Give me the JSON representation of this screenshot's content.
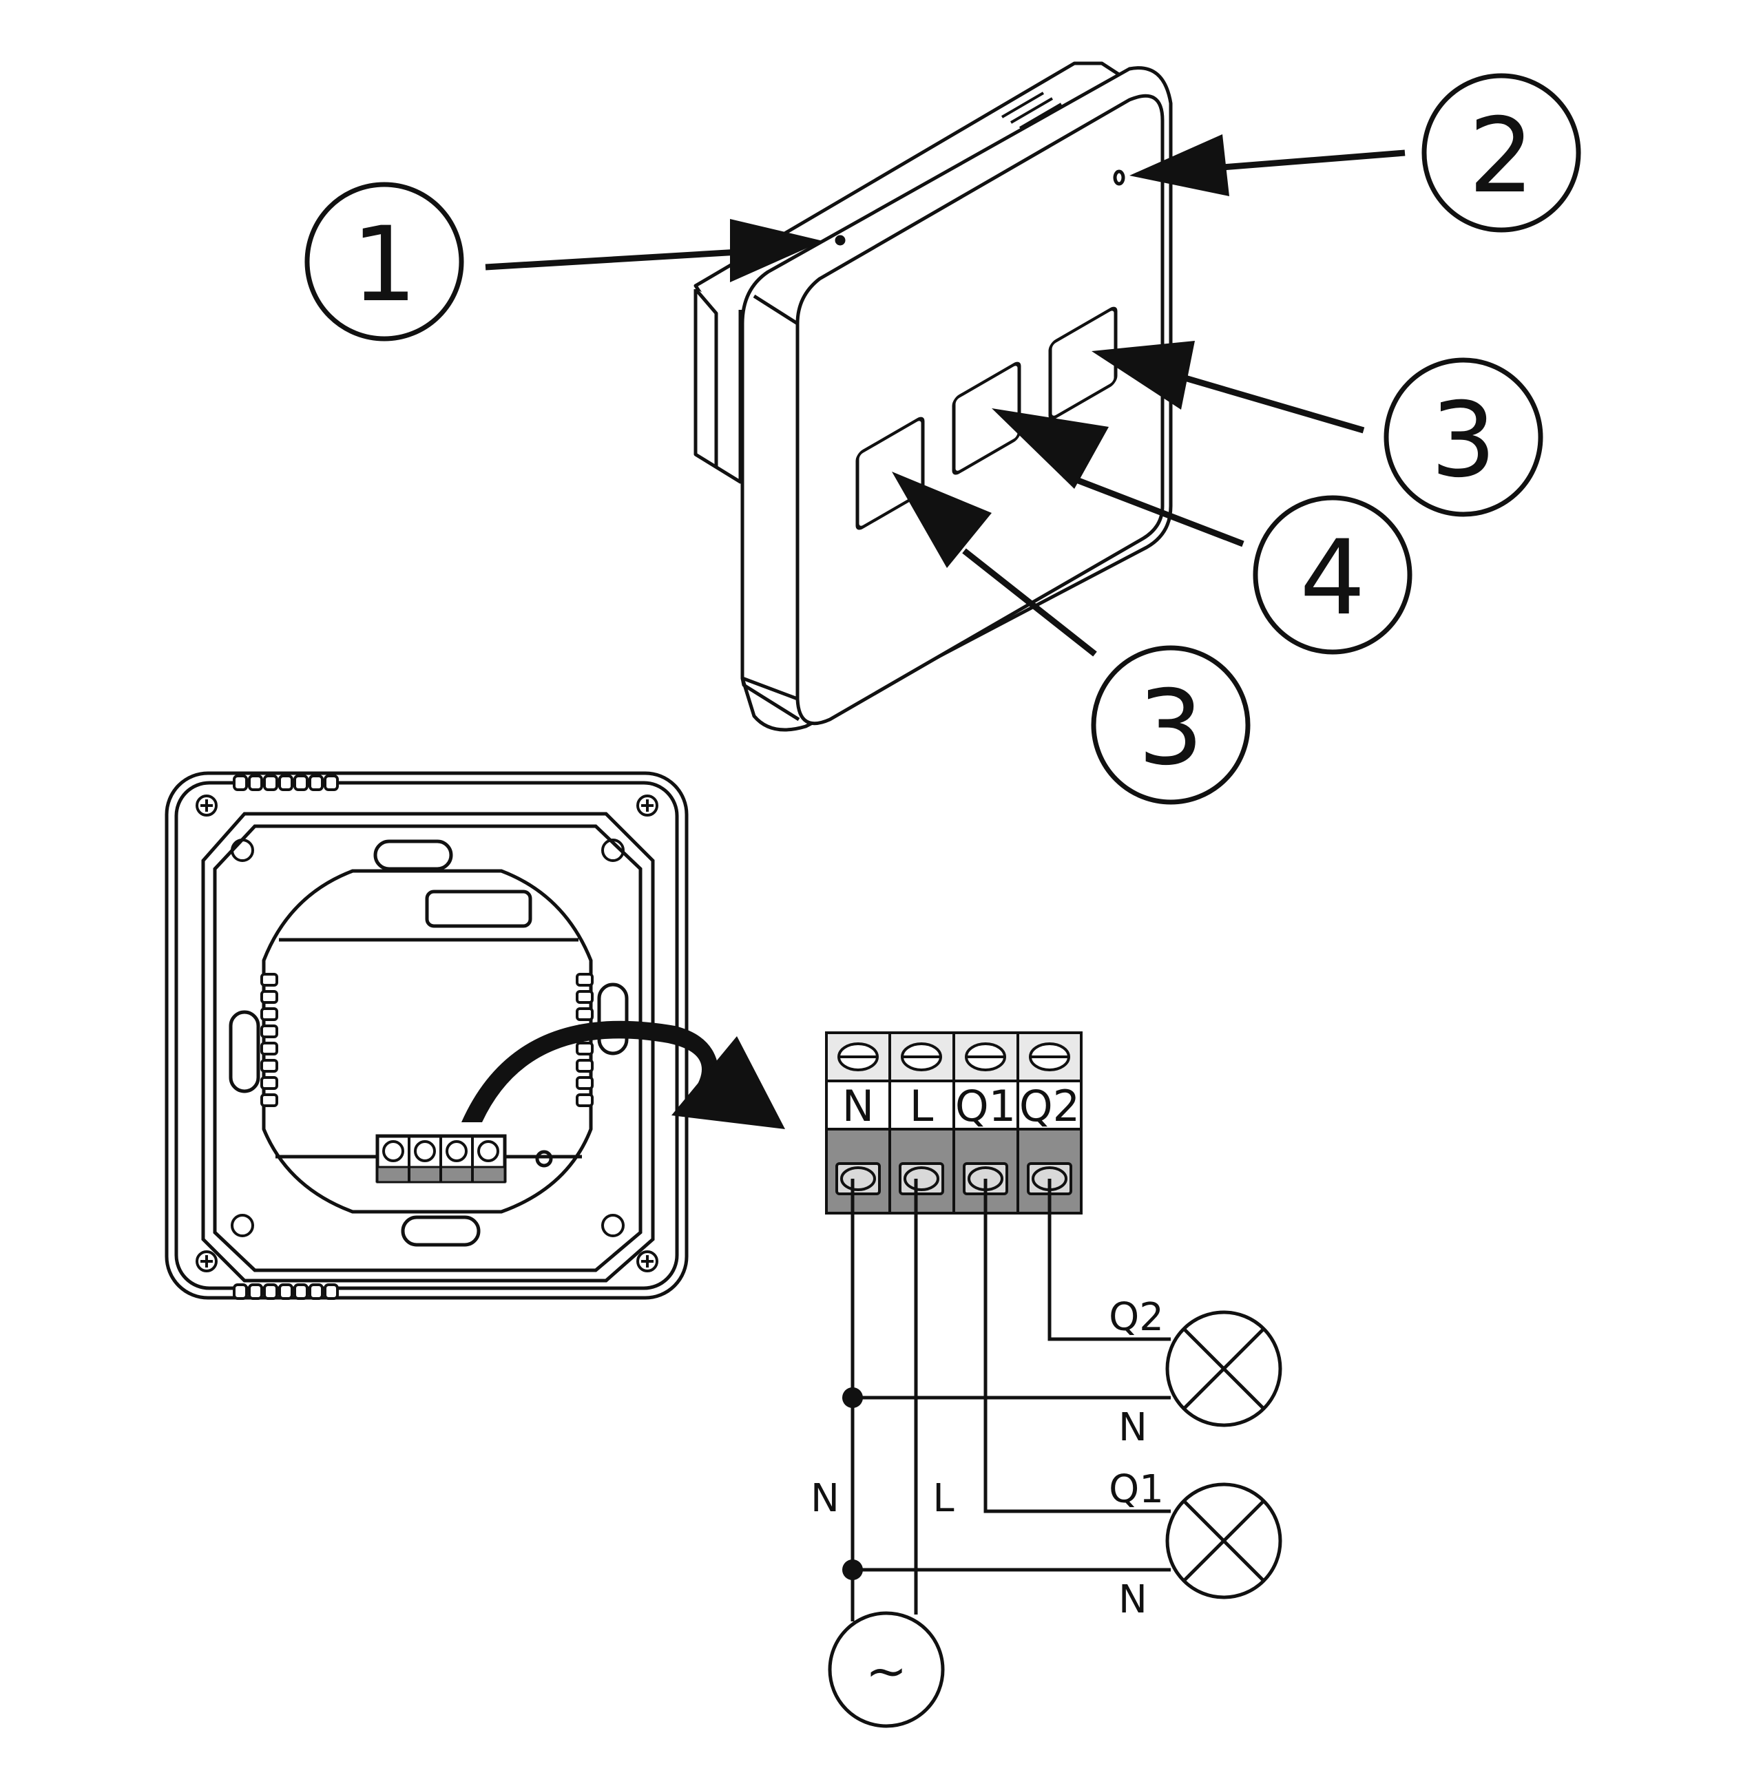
{
  "callouts": [
    "1",
    "2",
    "3",
    "4",
    "3"
  ],
  "terminal_block": {
    "labels": [
      "N",
      "L",
      "Q1",
      "Q2"
    ]
  },
  "wiring": {
    "supply_labels": {
      "neutral": "N",
      "live": "L"
    },
    "load_q2": {
      "output": "Q2",
      "neutral": "N"
    },
    "load_q1": {
      "output": "Q1",
      "neutral": "N"
    },
    "source_symbol": "~"
  },
  "colors": {
    "line": "#111111",
    "terminal_gray": "#8c8c8c",
    "terminal_light": "#e9e9e9"
  }
}
